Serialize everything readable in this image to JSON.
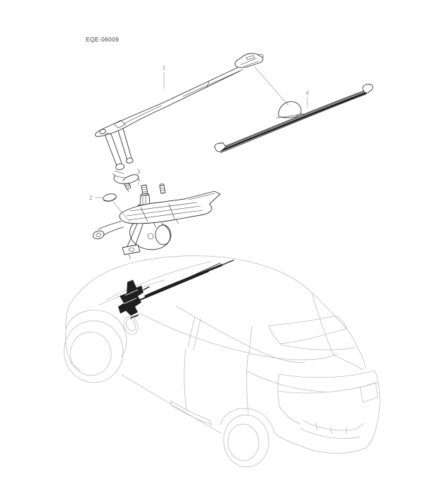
{
  "header": {
    "code": "EQE-06009"
  },
  "diagram": {
    "description": "exploded-view-rear-wiper-assembly-with-vehicle-location",
    "callouts": [
      {
        "number": "1",
        "part": "wiper-arm"
      },
      {
        "number": "2",
        "part": "pivot-cap"
      },
      {
        "number": "3",
        "part": "wiper-motor-and-linkage"
      },
      {
        "number": "4",
        "part": "wiper-blade"
      }
    ],
    "colors": {
      "part_line": "#333333",
      "blade_fill": "#1f1f1f",
      "car_line": "#bfbfbf",
      "callout_text": "#8a8a8a",
      "leader_line": "#9c9c9c",
      "background": "#ffffff"
    }
  }
}
